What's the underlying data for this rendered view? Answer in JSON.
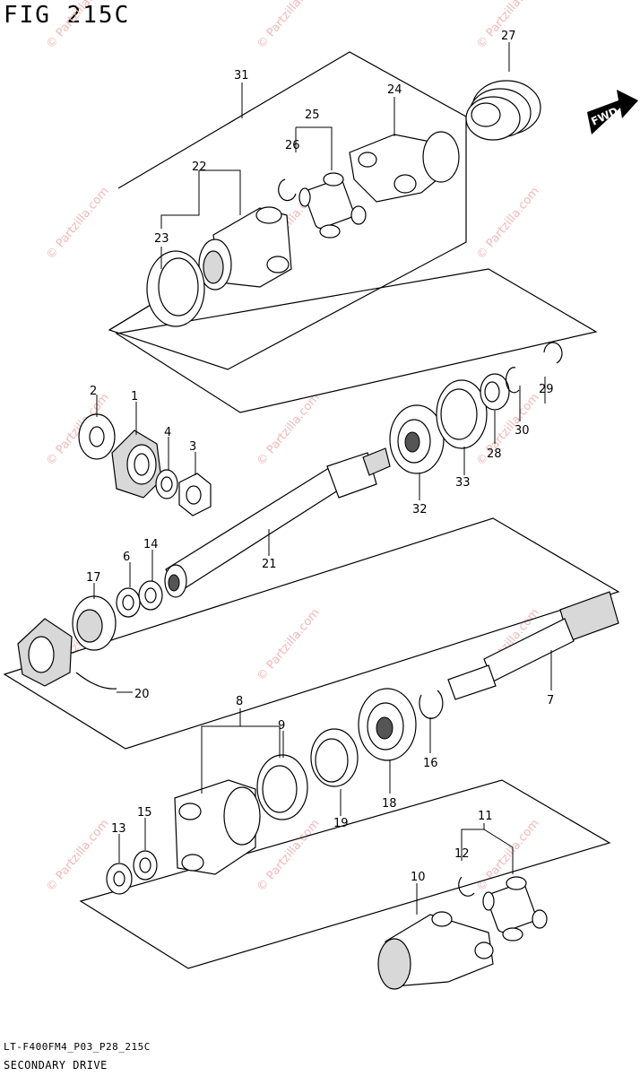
{
  "figure": {
    "title": "FIG 215C",
    "footer_code": "LT-F400FM4_P03_P28_215C",
    "footer_name": "SECONDARY DRIVE",
    "direction_label": "FWD",
    "watermark": "© Partzilla.com"
  },
  "callouts": [
    "1",
    "2",
    "3",
    "4",
    "6",
    "7",
    "8",
    "9",
    "10",
    "11",
    "12",
    "13",
    "14",
    "15",
    "16",
    "17",
    "18",
    "19",
    "20",
    "21",
    "22",
    "23",
    "24",
    "25",
    "26",
    "27",
    "28",
    "29",
    "30",
    "31",
    "32",
    "33"
  ]
}
